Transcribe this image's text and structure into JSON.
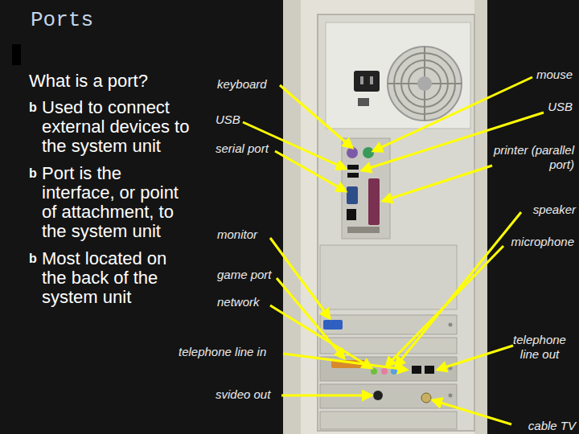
{
  "diagram": {
    "title": "Ports",
    "labels": [
      "What is a port?",
      "b",
      "Used to connect external devices to the system unit",
      "b",
      "Port is the interface, or point of attachment, to the system unit",
      "b",
      "Most located on the back of the system unit",
      "keyboard",
      "USB",
      "serial port",
      "monitor",
      "game port",
      "network",
      "telephone line in",
      "svideo out",
      "mouse",
      "USB",
      "printer (parallel port)",
      "speaker",
      "microphone",
      "telephone line out",
      "cable TV"
    ]
  }
}
